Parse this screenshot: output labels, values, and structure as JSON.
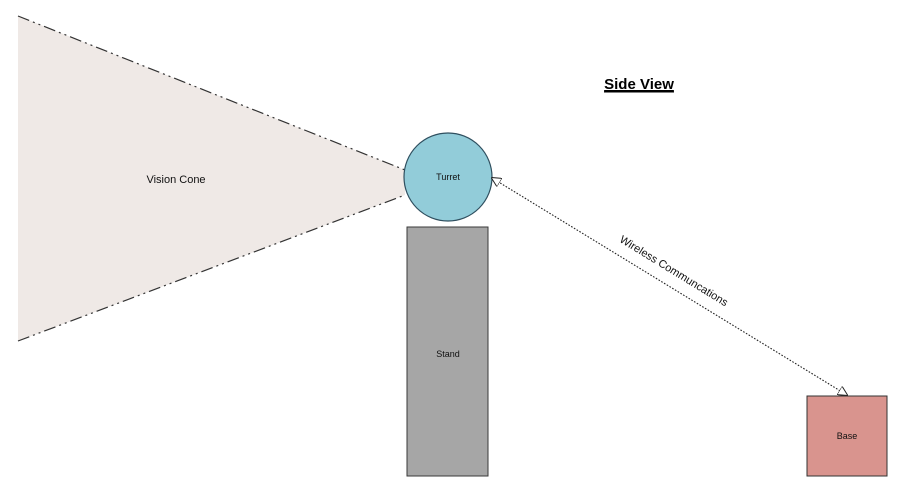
{
  "title": "Side View",
  "vision_cone": {
    "label": "Vision Cone",
    "fill": "#efe9e6",
    "stroke": "#333333"
  },
  "turret": {
    "label": "Turret",
    "fill": "#92ccd9",
    "stroke": "#2f4f5f"
  },
  "stand": {
    "label": "Stand",
    "fill": "#a6a6a6",
    "stroke": "#3a3a3a"
  },
  "base": {
    "label": "Base",
    "fill": "#d9948e",
    "stroke": "#333333"
  },
  "link": {
    "label": "Wireless Communcations",
    "stroke": "#222222"
  }
}
